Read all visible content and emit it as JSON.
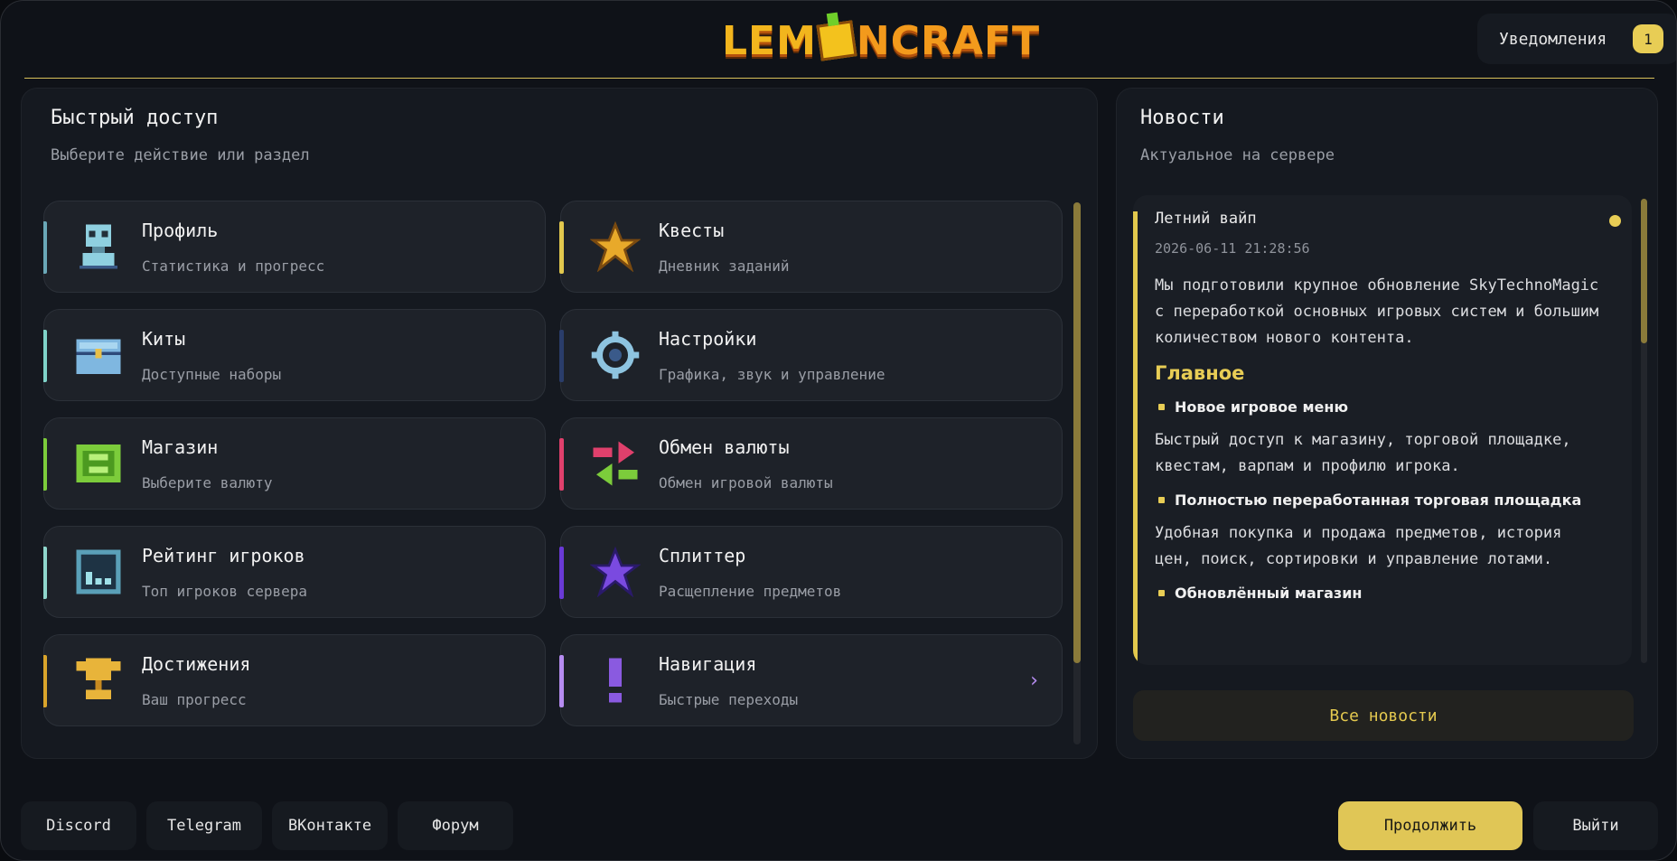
{
  "header": {
    "logo_left": "LEM",
    "logo_right": "NCRAFT",
    "notifications_label": "Уведомления",
    "notifications_count": "1"
  },
  "quick": {
    "title": "Быстрый доступ",
    "subtitle": "Выберите действие или раздел",
    "items": [
      {
        "title": "Профиль",
        "desc": "Статистика и прогресс",
        "icon": "profile-icon",
        "accent": "#6aa7b7"
      },
      {
        "title": "Квесты",
        "desc": "Дневник заданий",
        "icon": "star-gold-icon",
        "accent": "#e2c84d"
      },
      {
        "title": "Киты",
        "desc": "Доступные наборы",
        "icon": "chest-icon",
        "accent": "#7fd3c9"
      },
      {
        "title": "Настройки",
        "desc": "Графика, звук и управление",
        "icon": "gear-icon",
        "accent": "#2a3d6a"
      },
      {
        "title": "Магазин",
        "desc": "Выберите валюту",
        "icon": "shop-icon",
        "accent": "#7ccc3b"
      },
      {
        "title": "Обмен валюты",
        "desc": "Обмен игровой валюты",
        "icon": "exchange-icon",
        "accent": "#e0406c"
      },
      {
        "title": "Рейтинг игроков",
        "desc": "Топ игроков сервера",
        "icon": "leaderboard-icon",
        "accent": "#8fd6cc"
      },
      {
        "title": "Сплиттер",
        "desc": "Расщепление предметов",
        "icon": "star-purple-icon",
        "accent": "#6a3ad6"
      },
      {
        "title": "Достижения",
        "desc": "Ваш прогресс",
        "icon": "trophy-icon",
        "accent": "#d9a42b"
      },
      {
        "title": "Навигация",
        "desc": "Быстрые переходы",
        "icon": "exclamation-icon",
        "accent": "#b68cf0"
      }
    ]
  },
  "news": {
    "title": "Новости",
    "subtitle": "Актуальное на сервере",
    "item": {
      "headline": "Летний вайп",
      "date": "2026-06-11 21:28:56",
      "intro": "Мы подготовили крупное обновление SkyTechnoMagic с переработкой основных игровых систем и большим количеством нового контента.",
      "section": "Главное",
      "bullet1": "Новое игровое меню",
      "text1": "Быстрый доступ к магазину, торговой площадке, квестам, варпам и профилю игрока.",
      "bullet2": "Полностью переработанная торговая площадка",
      "text2": "Удобная покупка и продажа предметов, история цен, поиск, сортировки и управление лотами.",
      "bullet3": "Обновлённый магазин"
    },
    "all_label": "Все новости"
  },
  "footer": {
    "discord": "Discord",
    "telegram": "Telegram",
    "vk": "ВКонтакте",
    "forum": "Форум",
    "continue": "Продолжить",
    "exit": "Выйти"
  }
}
